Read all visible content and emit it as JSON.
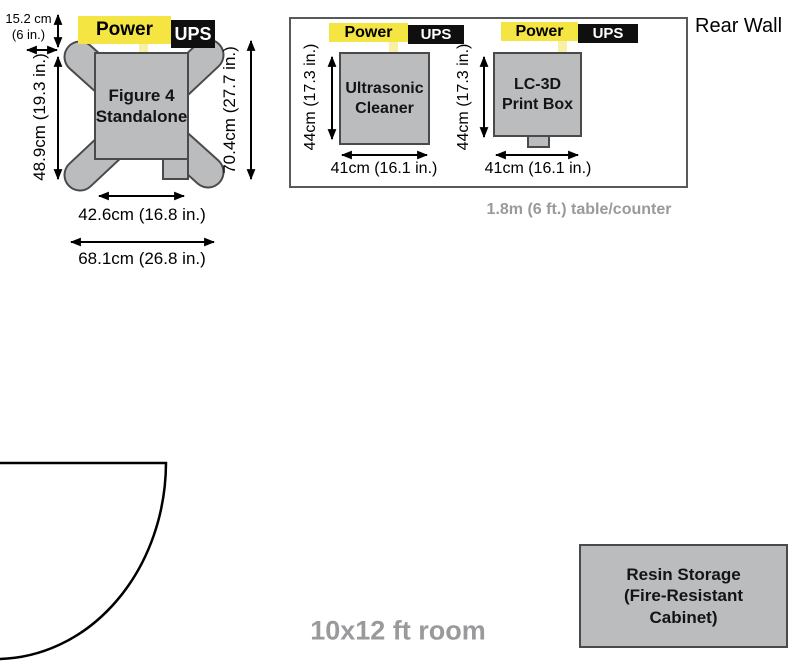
{
  "colors": {
    "accent_yellow": "#F4E542",
    "cord_yellow": "#F8F0A6",
    "ups_black": "#0F0F0F",
    "equipment_gray": "#BBBCBE",
    "equipment_border": "#4A4A4A",
    "table_border": "#58595B",
    "muted_text": "#999A9C"
  },
  "room": {
    "label": "10x12 ft room",
    "rear_wall_label": "Rear Wall"
  },
  "figure4": {
    "name_line1": "Figure 4",
    "name_line2": "Standalone",
    "power_label": "Power",
    "ups_label": "UPS",
    "clearance_line1": "15.2 cm",
    "clearance_line2": "(6 in.)",
    "depth": "48.9cm (19.3 in.)",
    "total_depth": "70.4cm (27.7 in.)",
    "width": "42.6cm (16.8 in.)",
    "total_width": "68.1cm (26.8 in.)"
  },
  "table": {
    "caption": "1.8m (6 ft.) table/counter",
    "cleaner": {
      "name_line1": "Ultrasonic",
      "name_line2": "Cleaner",
      "power_label": "Power",
      "ups_label": "UPS",
      "height": "44cm (17.3 in.)",
      "width": "41cm (16.1 in.)"
    },
    "printbox": {
      "name_line1": "LC-3D",
      "name_line2": "Print Box",
      "power_label": "Power",
      "ups_label": "UPS",
      "height": "44cm (17.3 in.)",
      "width": "41cm (16.1 in.)"
    }
  },
  "storage": {
    "line1": "Resin Storage",
    "line2": "(Fire-Resistant",
    "line3": "Cabinet)"
  }
}
